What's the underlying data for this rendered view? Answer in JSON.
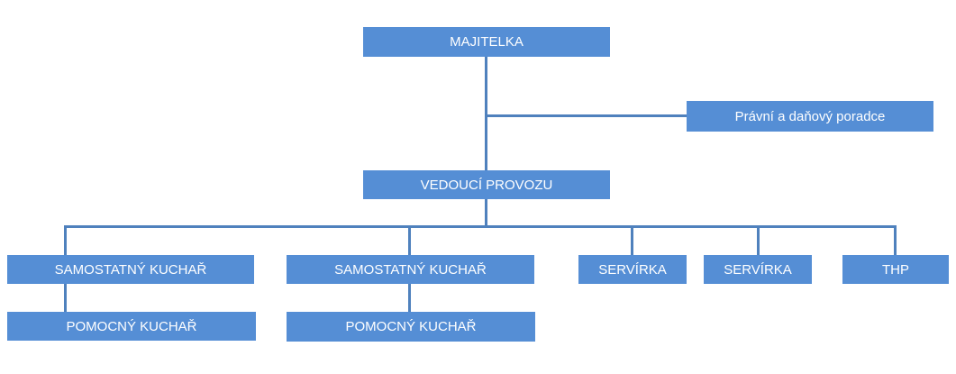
{
  "colors": {
    "box_fill": "#558ed5",
    "connector": "#4f81bd",
    "text": "#ffffff",
    "background": "#ffffff"
  },
  "chart": {
    "root": "MAJITELKA",
    "advisor": "Právní a daňový poradce",
    "manager": "VEDOUCÍ PROVOZU",
    "cook_1": "SAMOSTATNÝ KUCHAŘ",
    "cook_2": "SAMOSTATNÝ KUCHAŘ",
    "helper_1": "POMOCNÝ KUCHAŘ",
    "helper_2": "POMOCNÝ KUCHAŘ",
    "waitress_1": "SERVÍRKA",
    "waitress_2": "SERVÍRKA",
    "thp": "THP"
  }
}
